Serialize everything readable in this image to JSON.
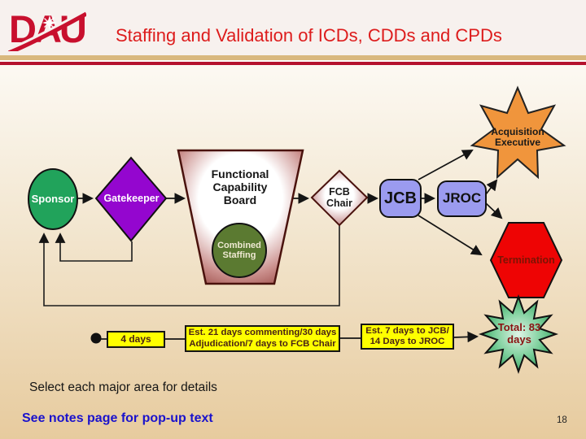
{
  "header": {
    "logo_text": "DAU",
    "title": "Staffing and Validation of ICDs, CDDs and CPDs"
  },
  "nodes": {
    "sponsor": {
      "label": "Sponsor"
    },
    "gatekeeper": {
      "label": "Gatekeeper"
    },
    "fcb": {
      "label": "Functional Capability Board"
    },
    "combined_staffing": {
      "label": "Combined Staffing"
    },
    "fcb_chair": {
      "label": "FCB Chair"
    },
    "jcb": {
      "label": "JCB"
    },
    "jroc": {
      "label": "JROC"
    },
    "acquisition_executive": {
      "label": "Acquisition Executive"
    },
    "termination": {
      "label": "Termination"
    }
  },
  "timeline": {
    "segment1": "4 days",
    "segment2": "Est. 21 days commenting/30 days Adjudication/7 days to FCB Chair",
    "segment3": "Est. 7 days to JCB/ 14 Days to JROC",
    "total": "Total: 83 days"
  },
  "footer": {
    "instruction": "Select each major area for details",
    "notes": "See notes page for pop-up text",
    "page_number": "18"
  },
  "colors": {
    "title_red": "#dd1c1c",
    "dau_red": "#c8102e",
    "divider_gold": "#d9b87e",
    "divider_red": "#b5122e",
    "sponsor_green": "#21a35b",
    "gatekeeper_purple": "#9406cf",
    "fcb_maroon": "#9a4a46",
    "staffing_olive": "#5b7a31",
    "board_blue": "#9b9bef",
    "star_orange": "#f0953c",
    "termination_red": "#ee0404",
    "highlight_yellow": "#ffff00",
    "burst_green": "#188f47"
  }
}
